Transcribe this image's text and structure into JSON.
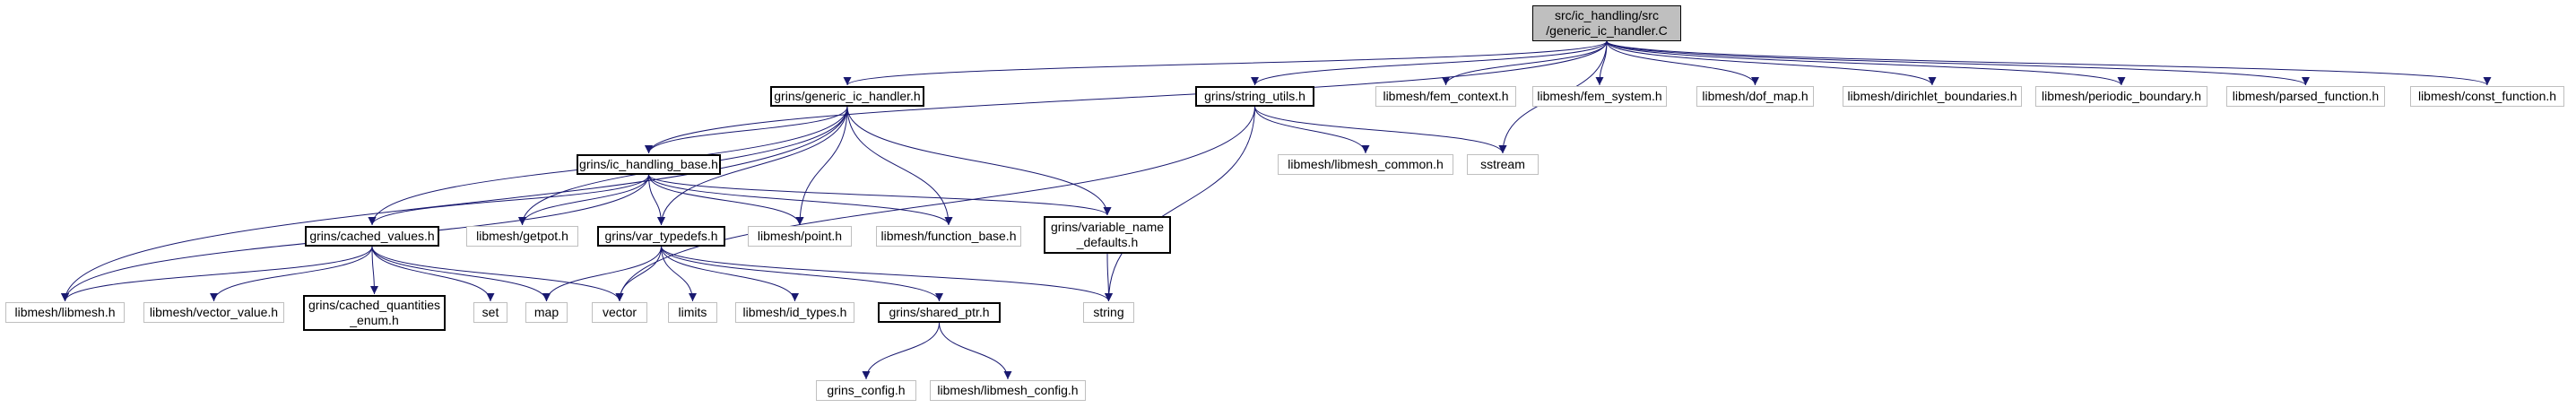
{
  "colors": {
    "edge": "#191970",
    "root_fill": "#bfbfbf",
    "node_border": "#bfbfbf",
    "documented_border": "#000000"
  },
  "nodes": {
    "root": "src/ic_handling/src\n/generic_ic_handler.C",
    "generic_ic_handler": "grins/generic_ic_handler.h",
    "string_utils": "grins/string_utils.h",
    "fem_context": "libmesh/fem_context.h",
    "fem_system": "libmesh/fem_system.h",
    "dof_map": "libmesh/dof_map.h",
    "dirichlet_boundaries": "libmesh/dirichlet_boundaries.h",
    "periodic_boundary": "libmesh/periodic_boundary.h",
    "parsed_function": "libmesh/parsed_function.h",
    "const_function": "libmesh/const_function.h",
    "ic_handling_base": "grins/ic_handling_base.h",
    "libmesh_common": "libmesh/libmesh_common.h",
    "sstream": "sstream",
    "cached_values": "grins/cached_values.h",
    "getpot": "libmesh/getpot.h",
    "var_typedefs": "grins/var_typedefs.h",
    "point": "libmesh/point.h",
    "function_base": "libmesh/function_base.h",
    "variable_name_defaults": "grins/variable_name\n_defaults.h",
    "libmesh": "libmesh/libmesh.h",
    "vector_value": "libmesh/vector_value.h",
    "cached_quantities_enum": "grins/cached_quantities\n_enum.h",
    "set": "set",
    "map": "map",
    "vector": "vector",
    "limits": "limits",
    "id_types": "libmesh/id_types.h",
    "shared_ptr": "grins/shared_ptr.h",
    "string": "string",
    "grins_config": "grins_config.h",
    "libmesh_config": "libmesh/libmesh_config.h"
  }
}
